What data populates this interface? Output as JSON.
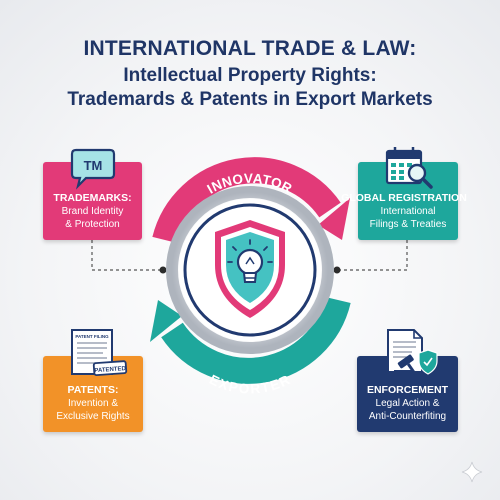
{
  "title": {
    "line1": "INTERNATIONAL TRADE & LAW:",
    "line2": "Intellectual Property Rights:",
    "line3": "Trademards & Patents in Export Markets"
  },
  "cycle": {
    "top_label": "INNOVATOR",
    "bottom_label": "EXPORTER"
  },
  "cards": {
    "trademarks": {
      "title": "TRADEMARKS:",
      "line1": "Brand Identity",
      "line2": "& Protection",
      "icon_text": "TM",
      "icon": "speech-bubble-tm-icon"
    },
    "global": {
      "title": "GLOBAL REGISTRATION",
      "line1": "International",
      "line2": "Filings & Treaties",
      "icon": "calendar-magnifier-icon"
    },
    "patents": {
      "title": "PATENTS:",
      "line1": "Invention &",
      "line2": "Exclusive Rights",
      "doc_header": "PATENT FILING",
      "stamp_text": "PATENTED",
      "icon": "patent-document-icon"
    },
    "enforcement": {
      "title": "ENFORCEMENT",
      "line1": "Legal Action &",
      "line2": "Anti-Counterfiting",
      "icon": "document-gavel-shield-icon"
    }
  },
  "colors": {
    "title": "#1f3566",
    "pink": "#e23a78",
    "teal": "#1ea79c",
    "orange": "#f29228",
    "navy": "#213a70"
  }
}
